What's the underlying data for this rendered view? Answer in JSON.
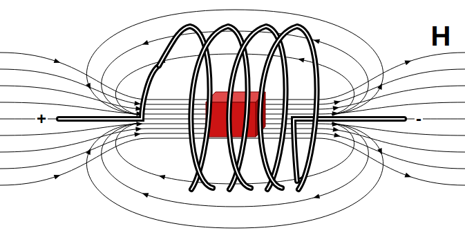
{
  "diagram": {
    "labels": [
      "H",
      "+",
      "-"
    ]
  }
}
